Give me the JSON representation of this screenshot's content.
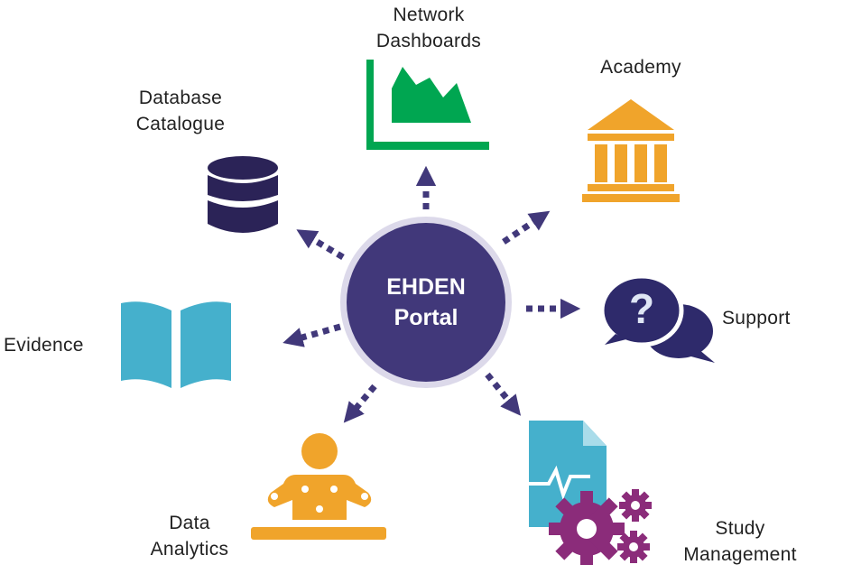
{
  "hub": {
    "line1": "EHDEN",
    "line2": "Portal"
  },
  "nodes": {
    "network_dashboards": {
      "line1": "Network",
      "line2": "Dashboards",
      "icon": "area-chart-icon"
    },
    "academy": {
      "line1": "Academy",
      "icon": "institution-icon"
    },
    "support": {
      "line1": "Support",
      "icon": "question-chat-icon"
    },
    "study_management": {
      "line1": "Study",
      "line2": "Management",
      "icon": "document-gears-icon"
    },
    "data_analytics": {
      "line1": "Data",
      "line2": "Analytics",
      "icon": "analyst-desk-icon"
    },
    "evidence": {
      "line1": "Evidence",
      "icon": "open-book-icon"
    },
    "database_catalogue": {
      "line1": "Database",
      "line2": "Catalogue",
      "icon": "database-icon"
    }
  },
  "colors": {
    "hub": "#41387a",
    "hub_border": "#dcd9ea",
    "arrow": "#41387a",
    "green": "#00a651",
    "orange": "#f0a42b",
    "teal": "#45b0cc",
    "navy": "#2b2357",
    "purple": "#8b2c7a"
  }
}
